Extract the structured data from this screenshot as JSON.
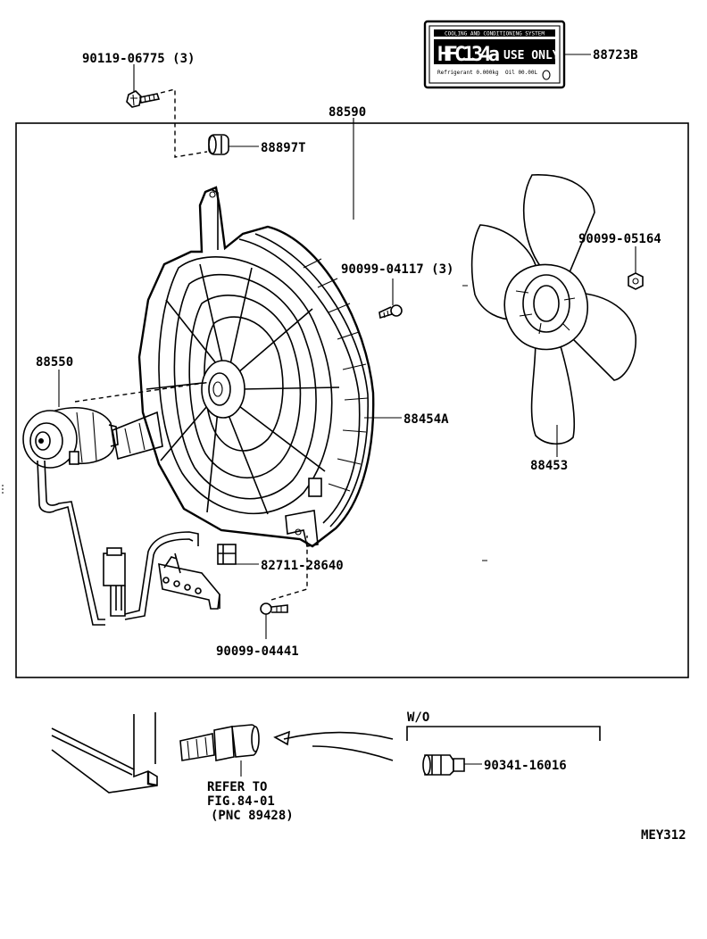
{
  "parts": {
    "p_9011906775": "90119-06775 (3)",
    "p_88723B": "88723B",
    "p_88590": "88590",
    "p_88897T": "88897T",
    "p_9009905164": "90099-05164",
    "p_9009904117": "90099-04117 (3)",
    "p_88550": "88550",
    "p_88454A": "88454A",
    "p_88453": "88453",
    "p_8271128640": "82711-28640",
    "p_9009904441": "90099-04441",
    "p_9034116016": "90341-16016"
  },
  "label_plate": {
    "header": "COOLING AND CONDITIONING SYSTEM",
    "refrigerant": "HFC134a",
    "use_only": "USE ONLY",
    "left_small": "Refrigerant 0.000kg",
    "right_small": "Oil 00.00L"
  },
  "wo_label": "W/O",
  "refer": {
    "line1": "REFER TO",
    "line2": "FIG.84-01",
    "line3": "(PNC 89428)"
  },
  "diagram_code": "MEY312"
}
